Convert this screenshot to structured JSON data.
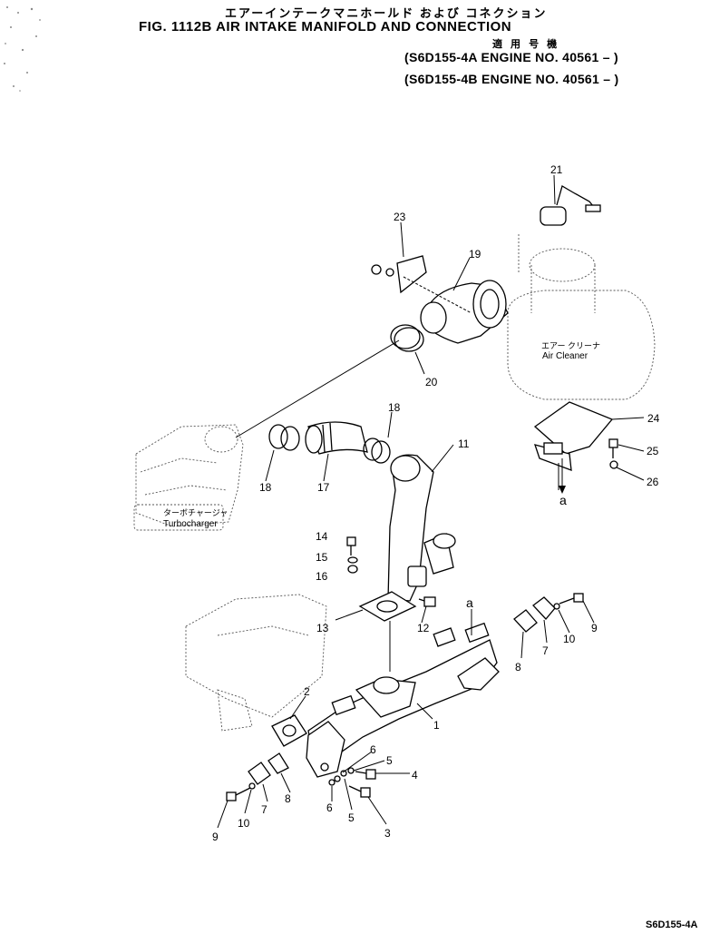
{
  "header": {
    "jp_title": "エアーインテークマニホールド および コネクション",
    "fig_title": "FIG. 1112B  AIR INTAKE MANIFOLD AND CONNECTION",
    "applicable_label": "適 用 号 機",
    "applicability": [
      "(S6D155-4A  ENGINE NO. 40561 – )",
      "(S6D155-4B  ENGINE NO. 40561 – )"
    ]
  },
  "diagram": {
    "air_cleaner_jp": "エアー クリーナ",
    "air_cleaner": "Air Cleaner",
    "turbocharger_jp": "ターボチャージャ",
    "turbocharger": "Turbocharger",
    "ref_a_top": "a",
    "ref_a_bottom": "a",
    "callouts": {
      "p1": "1",
      "p2": "2",
      "p3": "3",
      "p4": "4",
      "p5a": "5",
      "p5b": "5",
      "p6a": "6",
      "p6b": "6",
      "p7a": "7",
      "p7b": "7",
      "p8a": "8",
      "p8b": "8",
      "p9a": "9",
      "p9b": "9",
      "p10a": "10",
      "p10b": "10",
      "p11": "11",
      "p12": "12",
      "p13": "13",
      "p14": "14",
      "p15": "15",
      "p16": "16",
      "p17": "17",
      "p18a": "18",
      "p18b": "18",
      "p19": "19",
      "p20": "20",
      "p21": "21",
      "p23": "23",
      "p24": "24",
      "p25": "25",
      "p26": "26"
    }
  },
  "footer": {
    "code": "S6D155-4A"
  }
}
